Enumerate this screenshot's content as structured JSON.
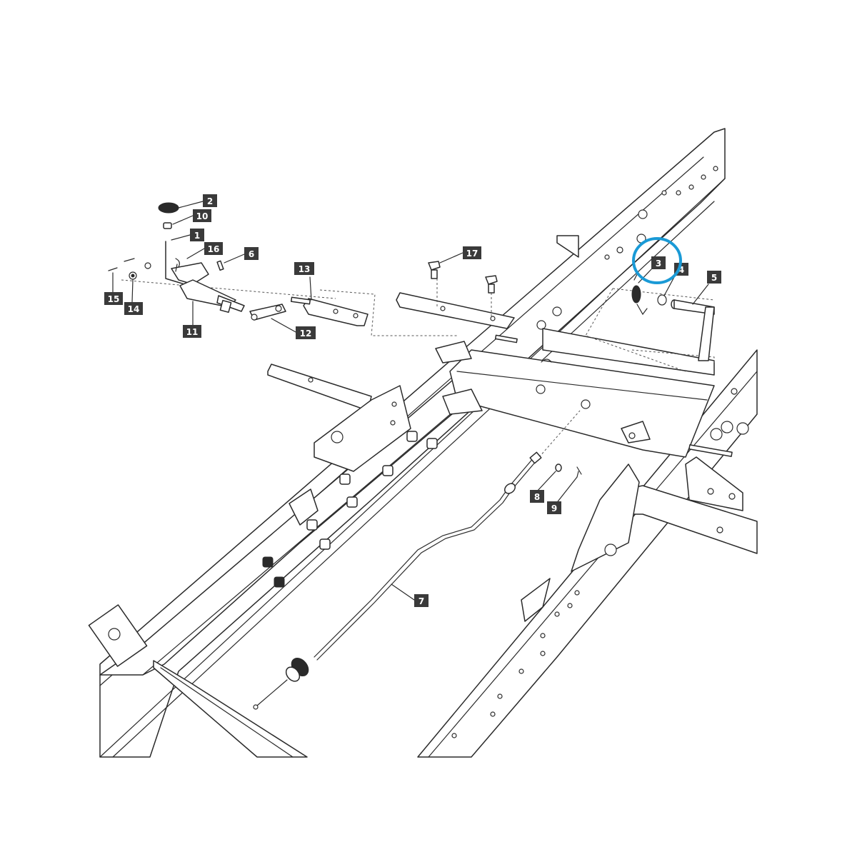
{
  "callouts": [
    {
      "id": "c1",
      "label": "1"
    },
    {
      "id": "c2",
      "label": "2"
    },
    {
      "id": "c3",
      "label": "3"
    },
    {
      "id": "c4",
      "label": "4"
    },
    {
      "id": "c5",
      "label": "5"
    },
    {
      "id": "c6",
      "label": "6"
    },
    {
      "id": "c7",
      "label": "7"
    },
    {
      "id": "c8",
      "label": "8"
    },
    {
      "id": "c9",
      "label": "9"
    },
    {
      "id": "c10",
      "label": "10"
    },
    {
      "id": "c11",
      "label": "11"
    },
    {
      "id": "c12",
      "label": "12"
    },
    {
      "id": "c13",
      "label": "13"
    },
    {
      "id": "c14",
      "label": "14"
    },
    {
      "id": "c15",
      "label": "15"
    },
    {
      "id": "c16",
      "label": "16"
    },
    {
      "id": "c17",
      "label": "17"
    }
  ],
  "highlight": {
    "callout": "3",
    "color": "#1a9ad6"
  },
  "colors": {
    "line": "#2a2a2a",
    "tag": "#3a3a3a",
    "tag_text": "#ffffff"
  }
}
